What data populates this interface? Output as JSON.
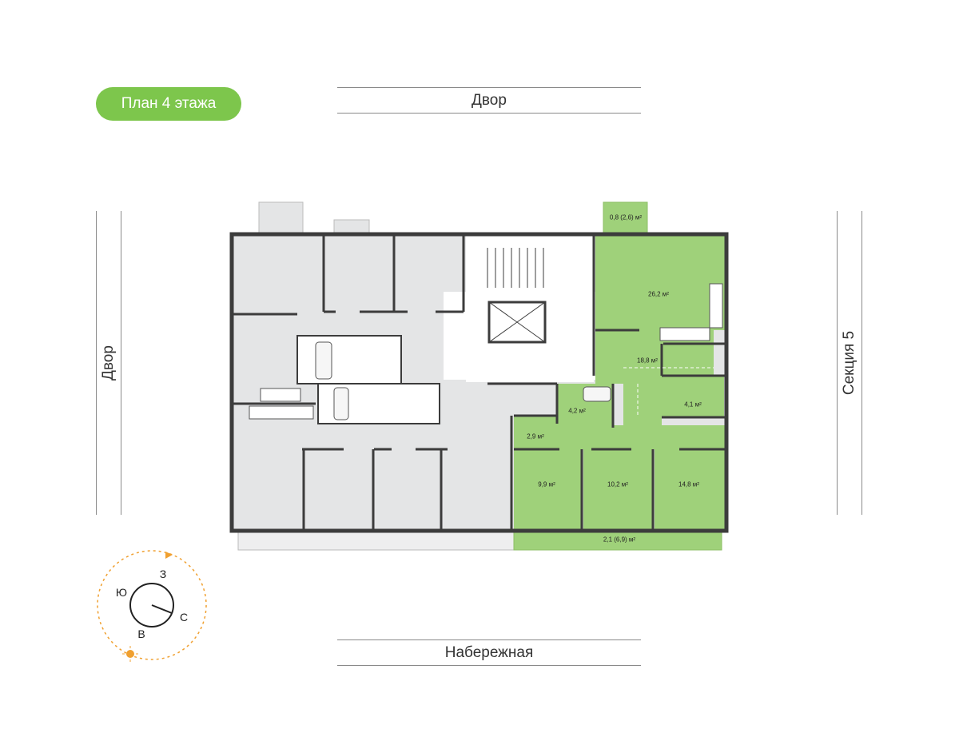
{
  "floor_label": "План 4 этажа",
  "streets": {
    "top": "Двор",
    "bottom": "Набережная",
    "left": "Двор",
    "right": "Секция 5"
  },
  "areas": {
    "balcony_top": "0,8 (2,6) м²",
    "living_kitchen": "26,2 м²",
    "hall": "18,8 м²",
    "bath_1": "4,2 м²",
    "bath_2": "4,1 м²",
    "storage": "2,9 м²",
    "bedroom_1": "9,9 м²",
    "bedroom_2": "10,2 м²",
    "bedroom_3": "14,8 м²",
    "balcony_bottom": "2,1 (6,9) м²"
  },
  "compass": {
    "north": "С",
    "south": "Ю",
    "east": "В",
    "west": "З"
  },
  "colors": {
    "accent_green": "#7dc64c",
    "apartment_fill": "#9fd17a",
    "other_fill": "#e4e5e6",
    "wall": "#3c3c3c"
  }
}
